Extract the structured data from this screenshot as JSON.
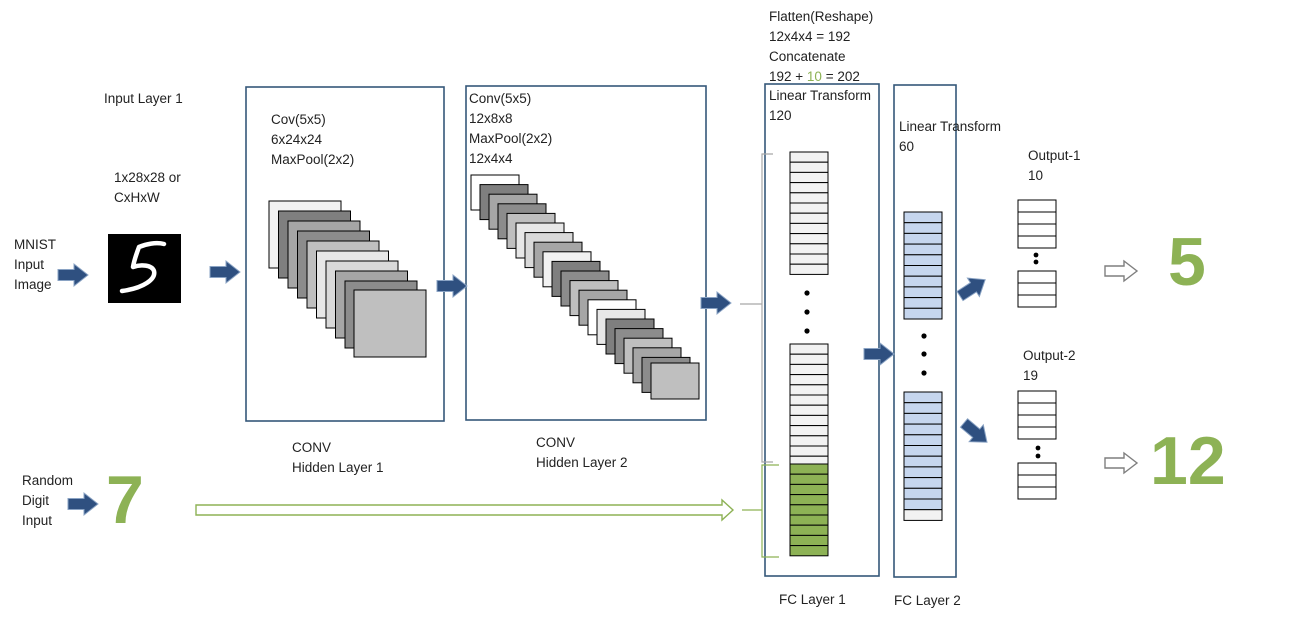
{
  "labels": {
    "mnist_line1": "MNIST",
    "mnist_line2": "Input",
    "mnist_line3": "Image",
    "input_layer": "Input Layer 1",
    "input_dims_line1": "1x28x28 or",
    "input_dims_line2": "CxHxW",
    "conv1_line1": "Cov(5x5)",
    "conv1_line2": "6x24x24",
    "conv1_line3": "MaxPool(2x2)",
    "conv1_caption_line1": "CONV",
    "conv1_caption_line2": "Hidden Layer 1",
    "conv2_line1": "Conv(5x5)",
    "conv2_line2": "12x8x8",
    "conv2_line3": "MaxPool(2x2)",
    "conv2_line4": "12x4x4",
    "conv2_caption_line1": "CONV",
    "conv2_caption_line2": "Hidden Layer 2",
    "flatten_line1": "Flatten(Reshape)",
    "flatten_line2": "12x4x4 = 192",
    "flatten_line3": "Concatenate",
    "flatten_line4_a": "192 + ",
    "flatten_line4_b": "10",
    "flatten_line4_c": " = 202",
    "fc1_line1": "Linear Transform",
    "fc1_line2": "120",
    "fc1_caption": "FC Layer 1",
    "fc2_line1": "Linear Transform",
    "fc2_line2": "60",
    "fc2_caption": "FC Layer 2",
    "out1_line1": "Output-1",
    "out1_line2": "10",
    "out2_line1": "Output-2",
    "out2_line2": "19",
    "random_line1": "Random",
    "random_line2": "Digit",
    "random_line3": "Input",
    "random_digit": "7",
    "result1": "5",
    "result2": "12"
  },
  "colors": {
    "frame": "#35587a",
    "arrow": "#2f5080",
    "green": "#8db255",
    "blue_cell": "#c6d6ee",
    "grey_cell": "#f2f2f2"
  }
}
